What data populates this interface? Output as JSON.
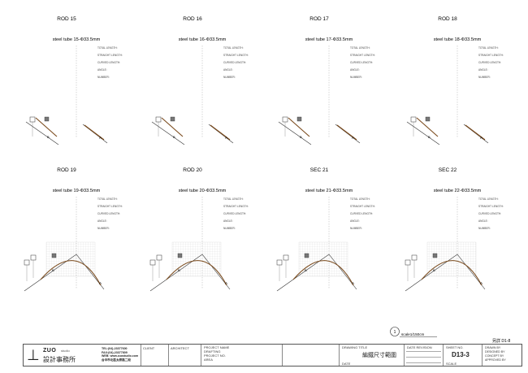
{
  "panels": [
    {
      "rod": "ROD 15",
      "tube": "steel tube 15-Φ33.5mm",
      "arch": false
    },
    {
      "rod": "ROD 16",
      "tube": "steel tube 16-Φ33.5mm",
      "arch": false
    },
    {
      "rod": "ROD 17",
      "tube": "steel tube 17-Φ33.5mm",
      "arch": false
    },
    {
      "rod": "ROD 18",
      "tube": "steel tube 18-Φ33.5mm",
      "arch": false
    },
    {
      "rod": "ROD 19",
      "tube": "steel tube 19-Φ33.5mm",
      "arch": true
    },
    {
      "rod": "ROD 20",
      "tube": "steel tube 20-Φ33.5mm",
      "arch": true
    },
    {
      "rod": "SEC 21",
      "tube": "steel tube 21-Φ33.5mm",
      "arch": true
    },
    {
      "rod": "SEC 22",
      "tube": "steel tube 22-Φ33.5mm",
      "arch": true
    }
  ],
  "spec_labels": {
    "total": "TOTAL LENGTH:",
    "straight": "STRAIGHT LENGTH:",
    "curved": "CURVED LENGTH:",
    "angle": "ANGLE:",
    "number": "NUMBER:"
  },
  "point_labels": {
    "a": "A",
    "b": "B"
  },
  "scale": {
    "number": "1",
    "text": "scale1/150cm"
  },
  "page_ref": "另詳 D1-8",
  "title_block": {
    "brand": "ZUO",
    "brand_sub": "studio",
    "company_cn": "設計事務所",
    "tel": "TEL:(04)-23377600",
    "fax": "FAX:(04)-23377809",
    "web": "WEB: www.zuostudio.com",
    "address": "台中市北區太原路二段",
    "client": "CLIENT",
    "architect": "ARCHITECT",
    "project_name": "PROJECT NAME",
    "drafting": "DRAFTING",
    "project_no": "PROJECT NO.",
    "area": "AREA",
    "drawing_title_label": "DRAWING TITLE",
    "drawing_title": "編鐵尺寸範圍",
    "date_label": "DATE",
    "date_revision": "DATE REVISION",
    "sheet_no_label": "SHEET NO.",
    "sheet_no": "D13-3",
    "scale_label": "SCALE",
    "drawn": "DRAWN",
    "designed": "DESIGNED",
    "concept": "CONCEPT",
    "approved": "APPROVED",
    "by": "BY"
  }
}
